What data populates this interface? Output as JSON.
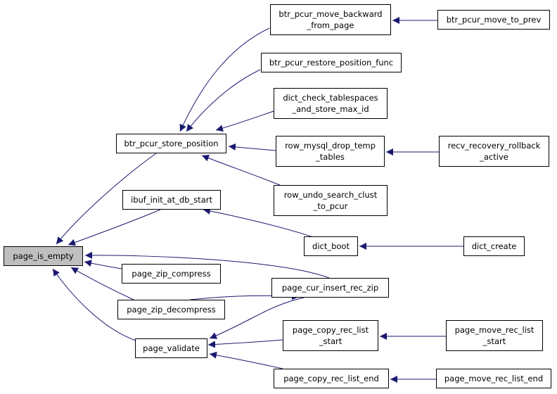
{
  "graph": {
    "root": "page_is_empty",
    "nodes": {
      "page_is_empty": "page_is_empty",
      "btr_pcur_store_position": "btr_pcur_store_position",
      "ibuf_init_at_db_start": "ibuf_init_at_db_start",
      "page_zip_compress": "page_zip_compress",
      "page_zip_decompress": "page_zip_decompress",
      "page_validate": "page_validate",
      "btr_pcur_move_backward_from_page": "btr_pcur_move_backward\n_from_page",
      "btr_pcur_restore_position_func": "btr_pcur_restore_position_func",
      "dict_check_tablespaces_and_store_max_id": "dict_check_tablespaces\n_and_store_max_id",
      "row_mysql_drop_temp_tables": "row_mysql_drop_temp\n_tables",
      "row_undo_search_clust_to_pcur": "row_undo_search_clust\n_to_pcur",
      "dict_boot": "dict_boot",
      "page_cur_insert_rec_zip": "page_cur_insert_rec_zip",
      "page_copy_rec_list_start": "page_copy_rec_list\n_start",
      "page_copy_rec_list_end": "page_copy_rec_list_end",
      "btr_pcur_move_to_prev": "btr_pcur_move_to_prev",
      "recv_recovery_rollback_active": "recv_recovery_rollback\n_active",
      "dict_create": "dict_create",
      "page_move_rec_list_start": "page_move_rec_list\n_start",
      "page_move_rec_list_end": "page_move_rec_list_end"
    },
    "edges": [
      [
        "btr_pcur_store_position",
        "page_is_empty"
      ],
      [
        "ibuf_init_at_db_start",
        "page_is_empty"
      ],
      [
        "page_cur_insert_rec_zip",
        "page_is_empty"
      ],
      [
        "page_zip_compress",
        "page_is_empty"
      ],
      [
        "page_zip_decompress",
        "page_is_empty"
      ],
      [
        "page_validate",
        "page_is_empty"
      ],
      [
        "btr_pcur_move_backward_from_page",
        "btr_pcur_store_position"
      ],
      [
        "btr_pcur_restore_position_func",
        "btr_pcur_store_position"
      ],
      [
        "dict_check_tablespaces_and_store_max_id",
        "btr_pcur_store_position"
      ],
      [
        "row_mysql_drop_temp_tables",
        "btr_pcur_store_position"
      ],
      [
        "row_undo_search_clust_to_pcur",
        "btr_pcur_store_position"
      ],
      [
        "dict_boot",
        "ibuf_init_at_db_start"
      ],
      [
        "page_zip_decompress",
        "page_cur_insert_rec_zip"
      ],
      [
        "page_cur_insert_rec_zip",
        "page_validate"
      ],
      [
        "page_copy_rec_list_start",
        "page_validate"
      ],
      [
        "page_copy_rec_list_end",
        "page_validate"
      ],
      [
        "btr_pcur_move_to_prev",
        "btr_pcur_move_backward_from_page"
      ],
      [
        "recv_recovery_rollback_active",
        "row_mysql_drop_temp_tables"
      ],
      [
        "dict_create",
        "dict_boot"
      ],
      [
        "page_move_rec_list_start",
        "page_copy_rec_list_start"
      ],
      [
        "page_move_rec_list_end",
        "page_copy_rec_list_end"
      ]
    ],
    "colors": {
      "edge": "#191970",
      "node_border": "#000000",
      "node_fill": "#ffffff",
      "root_fill": "#bfbfbf"
    }
  }
}
